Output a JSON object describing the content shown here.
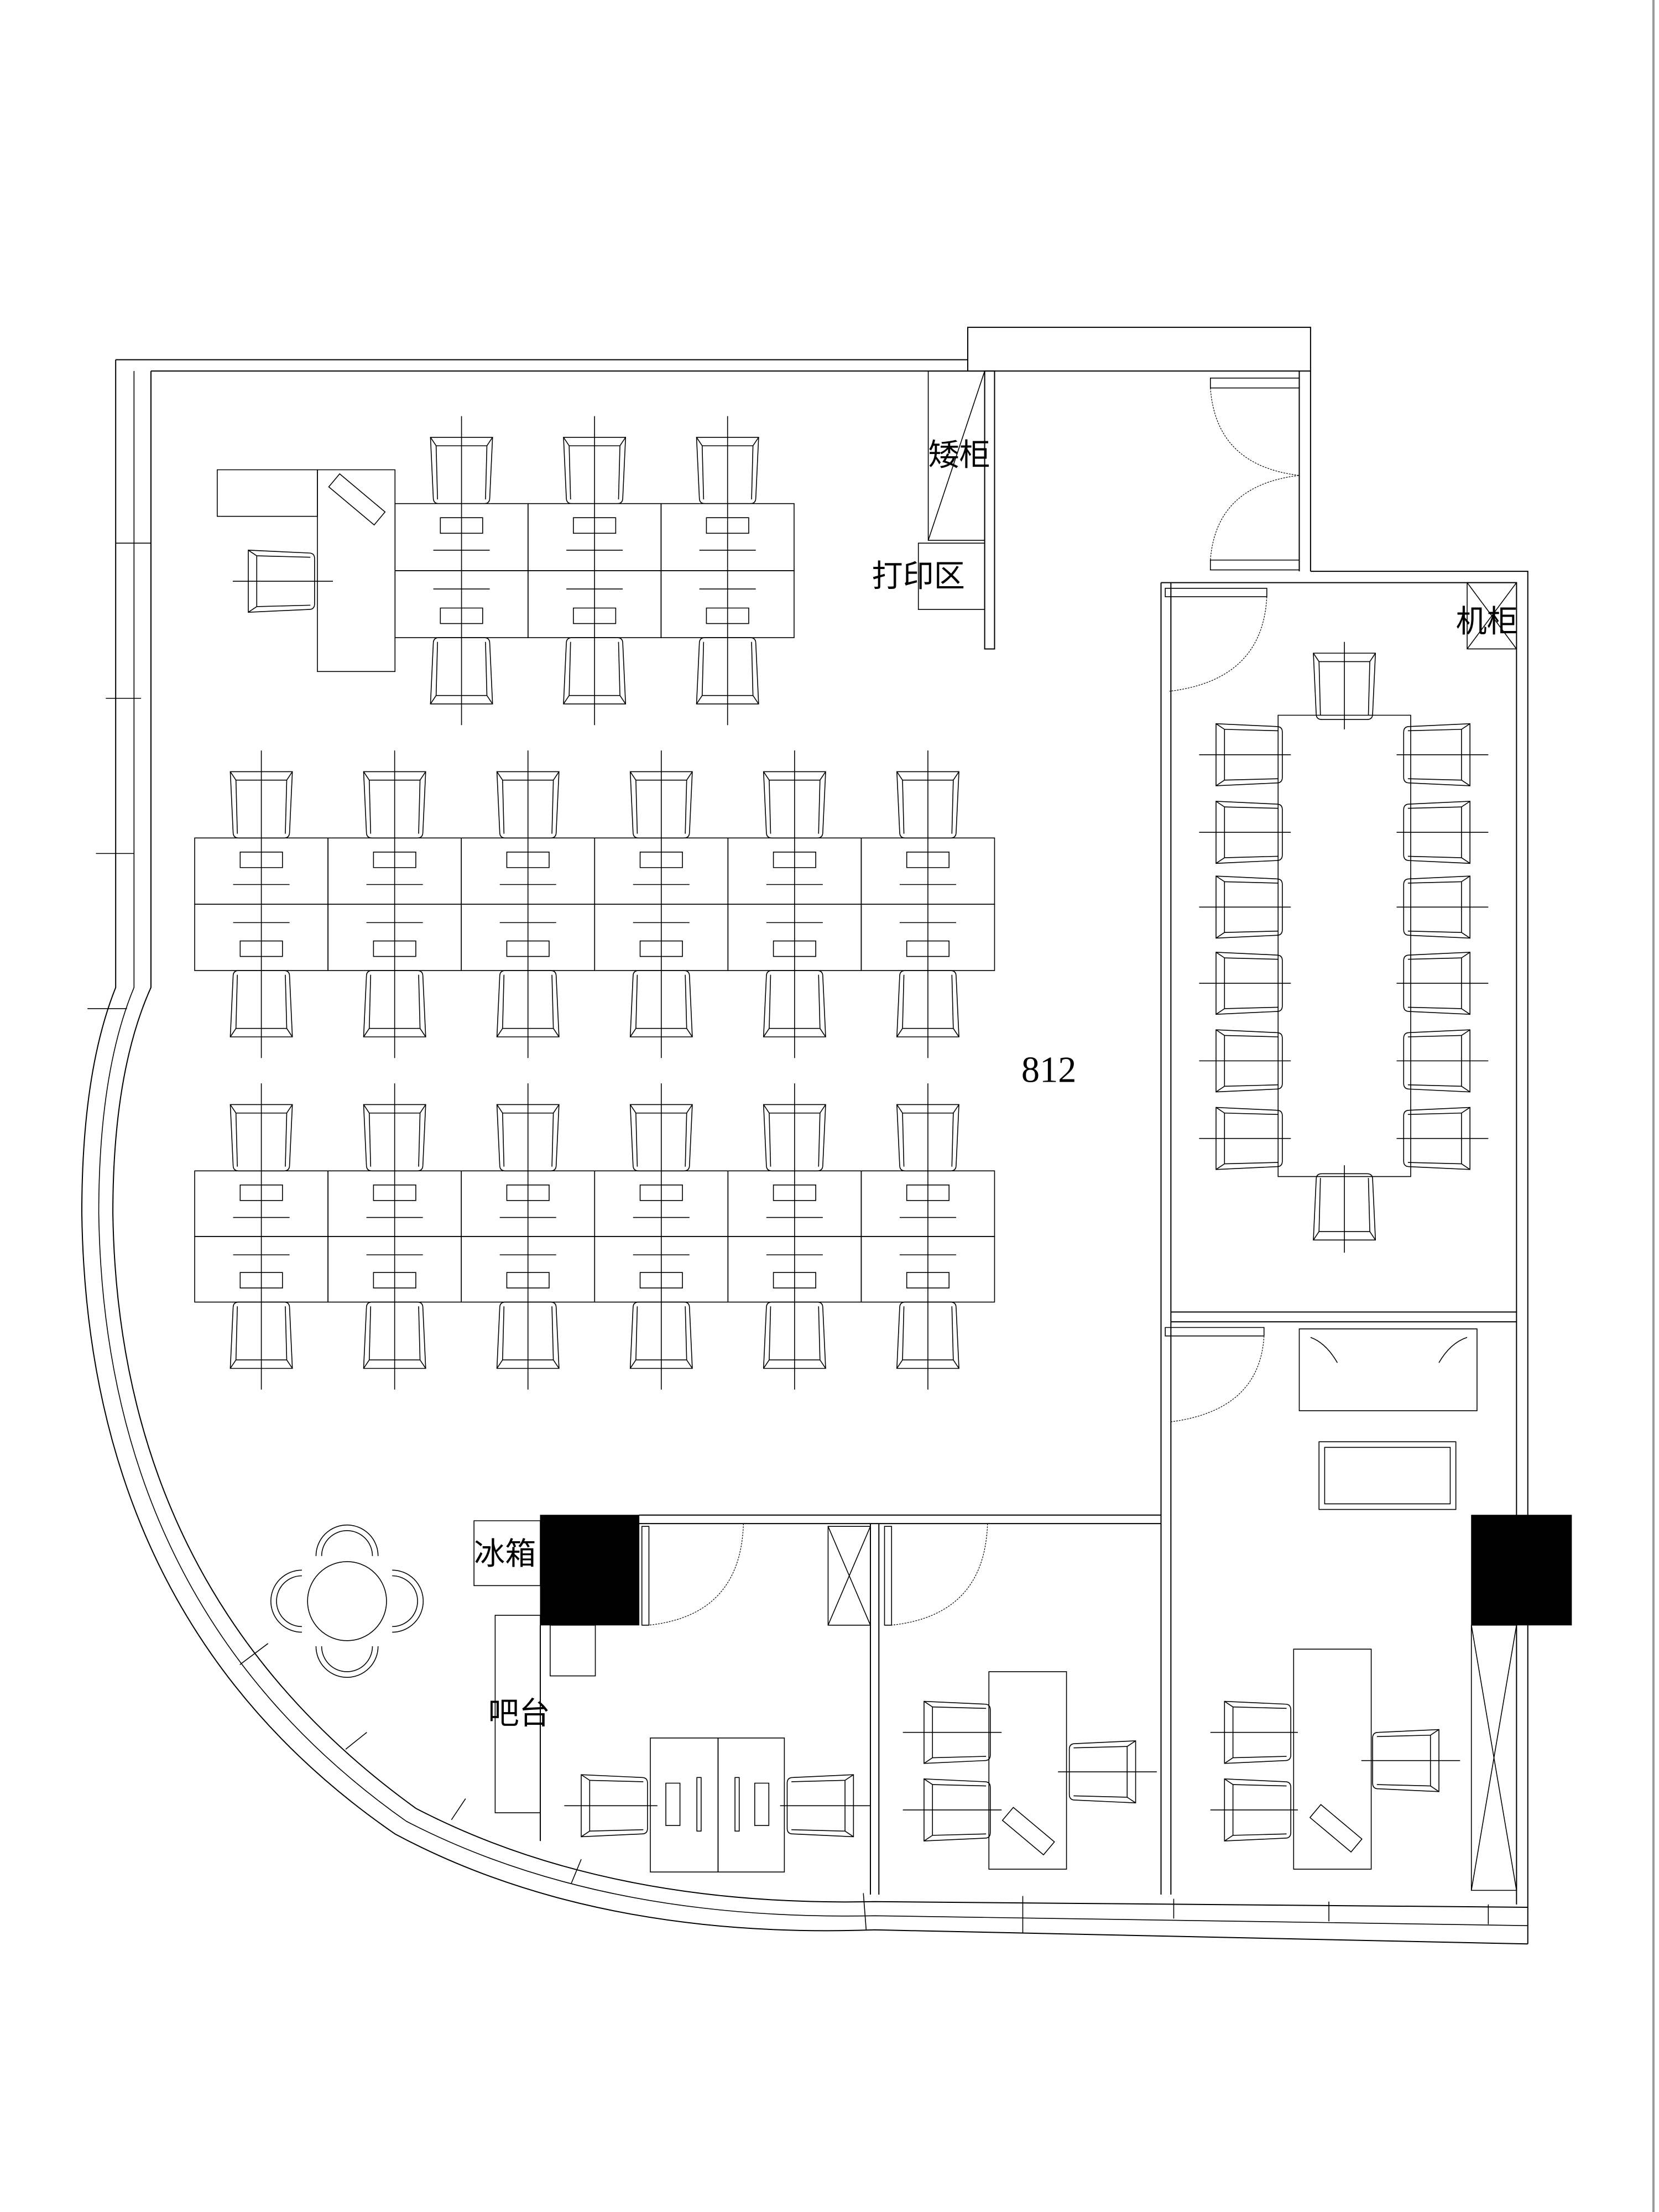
{
  "plan": {
    "room_number": "812",
    "labels": {
      "low_cabinet": "矮柜",
      "print_area": "打印区",
      "server_cabinet": "机柜",
      "fridge": "冰箱",
      "bar_counter": "吧台"
    },
    "colors": {
      "line": "#000000",
      "background": "#ffffff",
      "column_fill": "#000000"
    }
  }
}
